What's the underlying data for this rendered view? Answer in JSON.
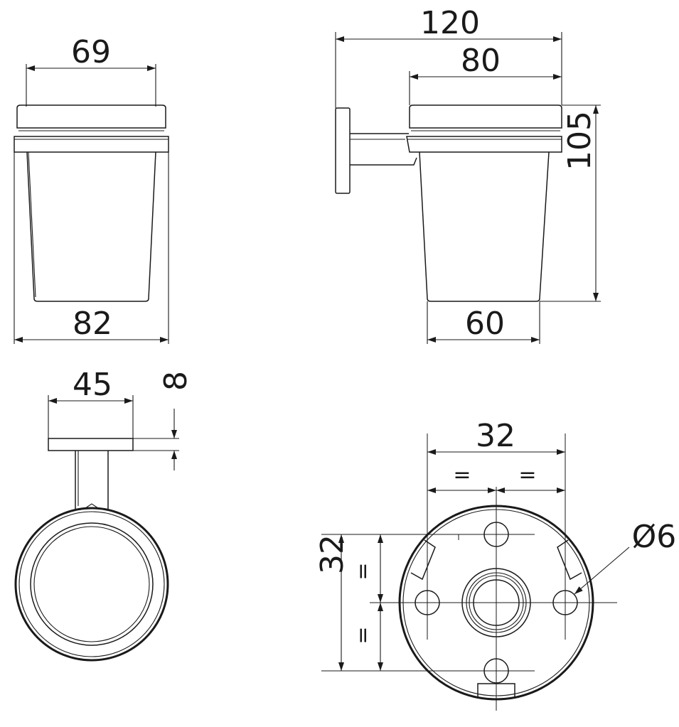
{
  "views": {
    "front": {
      "width_top": "69",
      "width_bottom": "82"
    },
    "side": {
      "overall_depth": "120",
      "cup_width": "80",
      "height": "105",
      "bottom_width": "60"
    },
    "top": {
      "flange_width": "45",
      "flange_thickness": "8"
    },
    "mount": {
      "hole_spacing_h": "32",
      "hole_spacing_v": "32",
      "equal_mark": "=",
      "hole_diameter": "Ø6"
    }
  },
  "colors": {
    "line": "#1a1a1a",
    "background": "#ffffff"
  }
}
